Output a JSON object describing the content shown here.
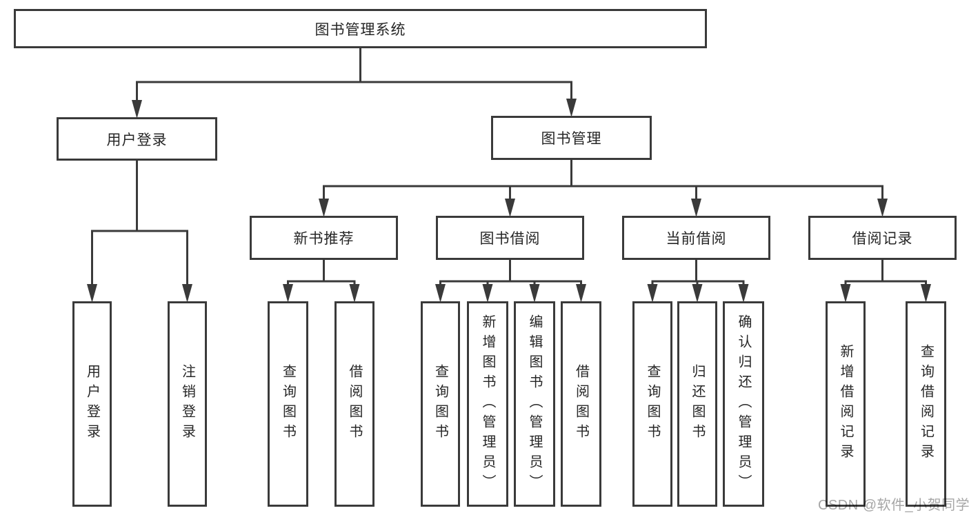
{
  "diagram": {
    "title": "图书管理系统",
    "watermark": "CSDN @软件_小贺同学",
    "colors": {
      "line": "#3a3a3a",
      "box_border": "#3a3a3a",
      "box_fill": "#ffffff",
      "text": "#262626",
      "watermark": "#a6a6a6",
      "background": "#ffffff"
    },
    "nodes": [
      {
        "id": "root",
        "label": "图书管理系统",
        "parent": null,
        "vertical": false
      },
      {
        "id": "user-login",
        "label": "用户登录",
        "parent": "root",
        "vertical": false
      },
      {
        "id": "book-mgmt",
        "label": "图书管理",
        "parent": "root",
        "vertical": false
      },
      {
        "id": "new-books",
        "label": "新书推荐",
        "parent": "book-mgmt",
        "vertical": false
      },
      {
        "id": "book-borrow",
        "label": "图书借阅",
        "parent": "book-mgmt",
        "vertical": false
      },
      {
        "id": "current-borrow",
        "label": "当前借阅",
        "parent": "book-mgmt",
        "vertical": false
      },
      {
        "id": "borrow-records",
        "label": "借阅记录",
        "parent": "book-mgmt",
        "vertical": false
      },
      {
        "id": "leaf-user-login",
        "label": "用户登录",
        "parent": "user-login",
        "vertical": true
      },
      {
        "id": "leaf-logout",
        "label": "注销登录",
        "parent": "user-login",
        "vertical": true
      },
      {
        "id": "leaf-query-new",
        "label": "查询图书",
        "parent": "new-books",
        "vertical": true
      },
      {
        "id": "leaf-borrow-new",
        "label": "借阅图书",
        "parent": "new-books",
        "vertical": true
      },
      {
        "id": "leaf-query-borrow",
        "label": "查询图书",
        "parent": "book-borrow",
        "vertical": true
      },
      {
        "id": "leaf-add-book",
        "label": "新增图书（管理员）",
        "parent": "book-borrow",
        "vertical": true
      },
      {
        "id": "leaf-edit-book",
        "label": "编辑图书（管理员）",
        "parent": "book-borrow",
        "vertical": true
      },
      {
        "id": "leaf-borrow-book",
        "label": "借阅图书",
        "parent": "book-borrow",
        "vertical": true
      },
      {
        "id": "leaf-query-current",
        "label": "查询图书",
        "parent": "current-borrow",
        "vertical": true
      },
      {
        "id": "leaf-return-book",
        "label": "归还图书",
        "parent": "current-borrow",
        "vertical": true
      },
      {
        "id": "leaf-confirm-return",
        "label": "确认归还（管理员）",
        "parent": "current-borrow",
        "vertical": true
      },
      {
        "id": "leaf-add-record",
        "label": "新增借阅记录",
        "parent": "borrow-records",
        "vertical": true
      },
      {
        "id": "leaf-query-record",
        "label": "查询借阅记录",
        "parent": "borrow-records",
        "vertical": true
      }
    ]
  }
}
